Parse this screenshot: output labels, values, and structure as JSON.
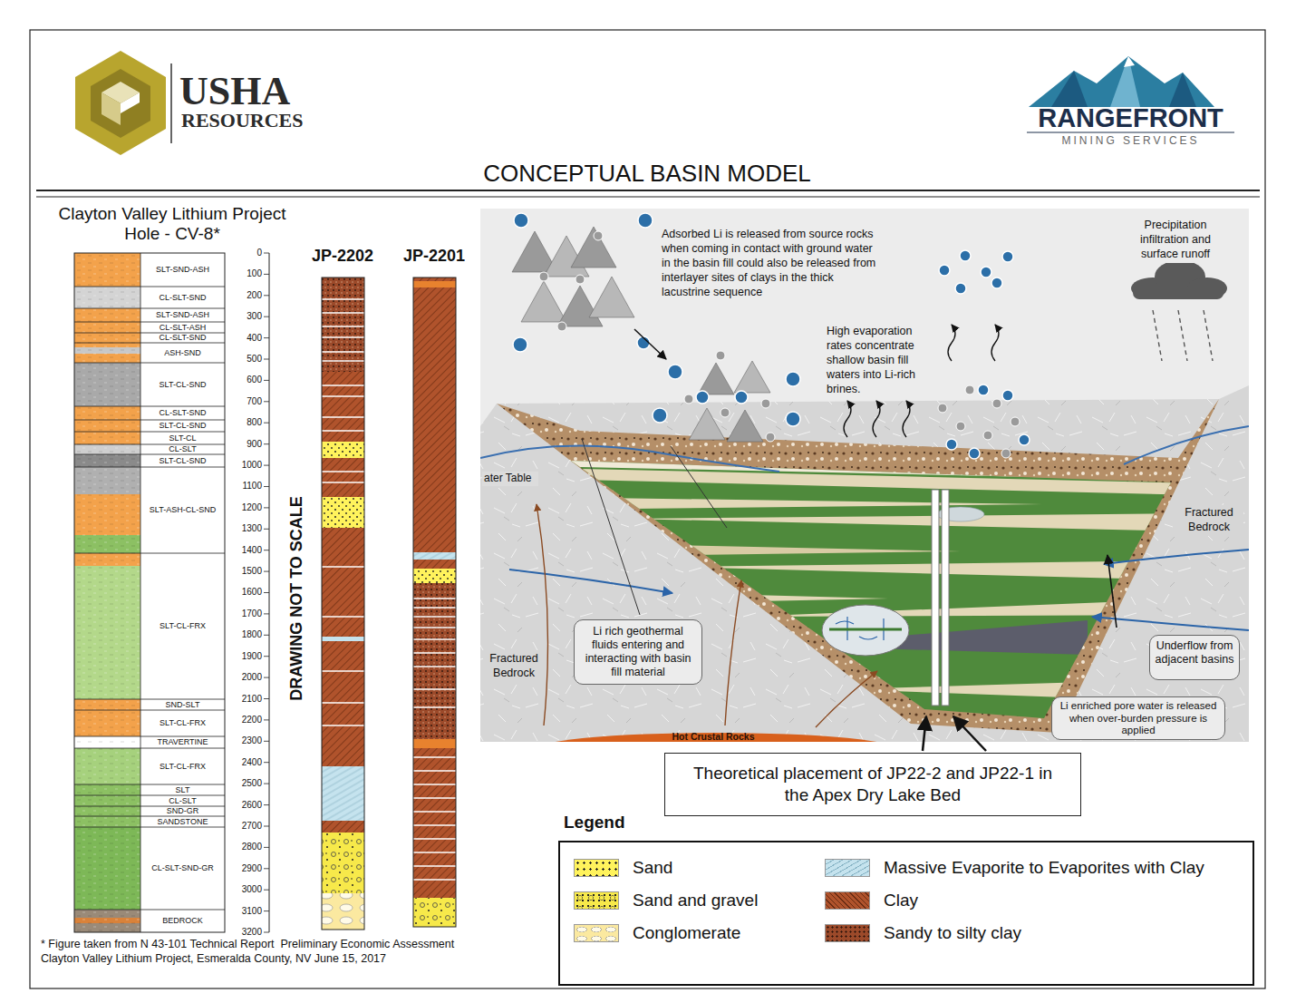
{
  "diagram": {
    "title": "CONCEPTUAL BASIN MODEL",
    "nodes": [
      {
        "text": [
          "Theoretical placement of JP22-2 and JP22-1 in the Apex Dry Lake Bed"
        ]
      },
      {
        "text": [
          "Li rich geothermal fluids entering and interacting with basin fill material"
        ]
      },
      {
        "text": [
          "Underflow from adjacent basins"
        ]
      },
      {
        "text": [
          "Li enriched pore water is released when over-burden pressure is applied"
        ]
      }
    ],
    "labels": [
      "USHA",
      "RESOURCES",
      "RANGEFRONT",
      "MINING SERVICES",
      "Clayton Valley Lithium Project",
      "Hole - CV-8*",
      "SLT-SND-ASH",
      "CL-SLT-SND",
      "SLT-SND-ASH",
      "CL-SLT-ASH",
      "CL-SLT-SND",
      "ASH-SND",
      "SLT-CL-SND",
      "CL-SLT-SND",
      "SLT-CL-SND",
      "SLT-CL",
      "CL-SLT",
      "SLT-CL-SND",
      "SLT-ASH-CL-SND",
      "SLT-CL-FRX",
      "SND-SLT",
      "SLT-CL-FRX",
      "TRAVERTINE",
      "SLT-CL-FRX",
      "SLT",
      "CL-SLT",
      "SND-GR",
      "SANDSTONE",
      "CL-SLT-SND-GR",
      "BEDROCK",
      "0",
      "100",
      "200",
      "300",
      "400",
      "500",
      "600",
      "700",
      "800",
      "900",
      "1000",
      "1100",
      "1200",
      "1300",
      "1400",
      "1500",
      "1600",
      "1700",
      "1800",
      "1900",
      "2000",
      "2100",
      "2200",
      "2300",
      "2400",
      "2500",
      "2600",
      "2700",
      "2800",
      "2900",
      "3000",
      "3100",
      "3200",
      "DRAWING NOT TO SCALE",
      "JP-2202",
      "JP-2201",
      "Adsorbed Li is released from source rocks when coming in contact with ground water in the basin fill could also be released from interlayer sites of clays in the thick lacustrine sequence",
      "High evaporation rates concentrate shallow basin fill waters into Li-rich brines.",
      "Precipitation infiltration and surface runoff",
      "ater Table",
      "Fractured Bedrock",
      "Fractured Bedrock",
      "Hot Crustal Rocks",
      "* Figure taken from N 43-101 Technical Report  Preliminary Economic Assessment",
      "Clayton Valley Lithium Project, Esmeralda County, NV June 15, 2017",
      "Legend"
    ],
    "legend": [
      {
        "text": "Sand",
        "color": "#fff35c"
      },
      {
        "text": "Sand and gravel",
        "color": "#f7e94a"
      },
      {
        "text": "Conglomerate",
        "color": "#fbe9a0"
      },
      {
        "text": "Massive Evaporite to Evaporites with Clay",
        "color": "#c5e3ee"
      },
      {
        "text": "Clay",
        "color": "#b0532c"
      },
      {
        "text": "Sandy to silty clay",
        "color": "#9c4a2a"
      }
    ]
  }
}
